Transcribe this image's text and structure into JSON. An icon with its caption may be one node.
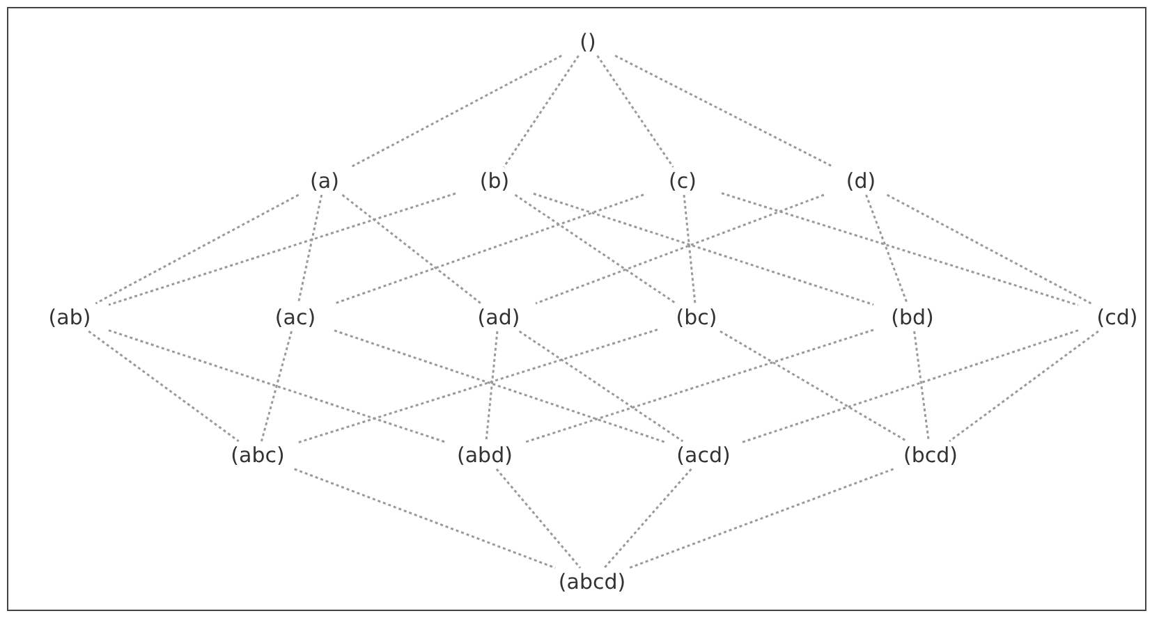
{
  "diagram": {
    "nodes": [
      {
        "text": [
          "()"
        ]
      },
      {
        "text": [
          "(a)"
        ]
      },
      {
        "text": [
          "(b)"
        ]
      },
      {
        "text": [
          "(c)"
        ]
      },
      {
        "text": [
          "(d)"
        ]
      },
      {
        "text": [
          "(ab)"
        ]
      },
      {
        "text": [
          "(ac)"
        ]
      },
      {
        "text": [
          "(ad)"
        ]
      },
      {
        "text": [
          "(bc)"
        ]
      },
      {
        "text": [
          "(bd)"
        ]
      },
      {
        "text": [
          "(cd)"
        ]
      },
      {
        "text": [
          "(abc)"
        ]
      },
      {
        "text": [
          "(abd)"
        ]
      },
      {
        "text": [
          "(acd)"
        ]
      },
      {
        "text": [
          "(bcd)"
        ]
      },
      {
        "text": [
          "(abcd)"
        ]
      }
    ],
    "edges": [
      {
        "from": 0,
        "to": 1,
        "arrow": "none"
      },
      {
        "from": 0,
        "to": 2,
        "arrow": "none"
      },
      {
        "from": 0,
        "to": 3,
        "arrow": "none"
      },
      {
        "from": 0,
        "to": 4,
        "arrow": "none"
      },
      {
        "from": 1,
        "to": 5,
        "arrow": "none"
      },
      {
        "from": 1,
        "to": 6,
        "arrow": "none"
      },
      {
        "from": 1,
        "to": 7,
        "arrow": "none"
      },
      {
        "from": 2,
        "to": 5,
        "arrow": "none"
      },
      {
        "from": 2,
        "to": 8,
        "arrow": "none"
      },
      {
        "from": 2,
        "to": 9,
        "arrow": "none"
      },
      {
        "from": 3,
        "to": 6,
        "arrow": "none"
      },
      {
        "from": 3,
        "to": 8,
        "arrow": "none"
      },
      {
        "from": 3,
        "to": 10,
        "arrow": "none"
      },
      {
        "from": 4,
        "to": 7,
        "arrow": "none"
      },
      {
        "from": 4,
        "to": 9,
        "arrow": "none"
      },
      {
        "from": 4,
        "to": 10,
        "arrow": "none"
      },
      {
        "from": 5,
        "to": 11,
        "arrow": "none"
      },
      {
        "from": 5,
        "to": 12,
        "arrow": "none"
      },
      {
        "from": 6,
        "to": 11,
        "arrow": "none"
      },
      {
        "from": 6,
        "to": 13,
        "arrow": "none"
      },
      {
        "from": 7,
        "to": 12,
        "arrow": "none"
      },
      {
        "from": 7,
        "to": 13,
        "arrow": "none"
      },
      {
        "from": 8,
        "to": 11,
        "arrow": "none"
      },
      {
        "from": 8,
        "to": 14,
        "arrow": "none"
      },
      {
        "from": 9,
        "to": 12,
        "arrow": "none"
      },
      {
        "from": 9,
        "to": 14,
        "arrow": "none"
      },
      {
        "from": 10,
        "to": 13,
        "arrow": "none"
      },
      {
        "from": 10,
        "to": 14,
        "arrow": "none"
      },
      {
        "from": 11,
        "to": 15,
        "arrow": "none"
      },
      {
        "from": 12,
        "to": 15,
        "arrow": "none"
      },
      {
        "from": 13,
        "to": 15,
        "arrow": "none"
      },
      {
        "from": 14,
        "to": 15,
        "arrow": "none"
      }
    ]
  }
}
